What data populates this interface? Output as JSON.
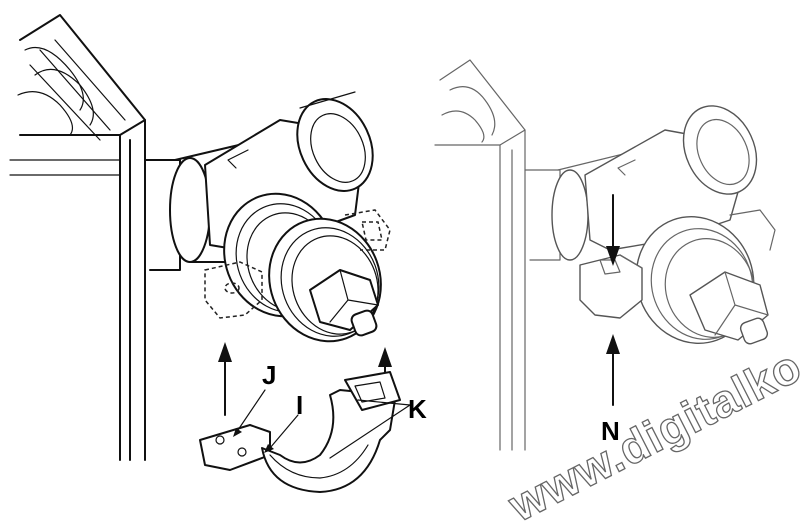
{
  "labels": {
    "j": "J",
    "i": "I",
    "k": "K",
    "n": "N"
  },
  "watermark": "www.digitalko.hu",
  "colors": {
    "line": "#111111",
    "background": "#ffffff"
  }
}
